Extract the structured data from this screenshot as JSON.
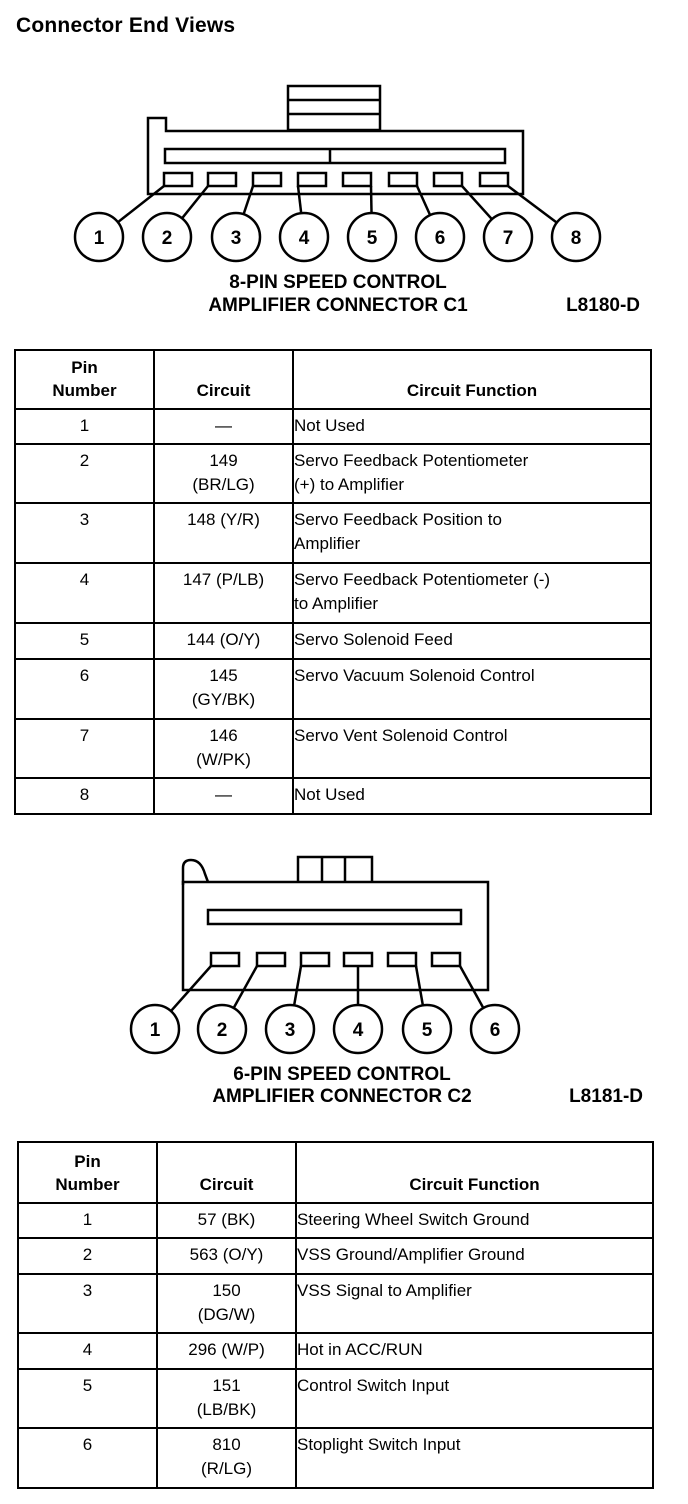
{
  "title": "Connector End Views",
  "connector1": {
    "caption_line1": "8-PIN SPEED CONTROL",
    "caption_line2": "AMPLIFIER CONNECTOR C1",
    "ref": "L8180-D",
    "pin_labels": [
      "1",
      "2",
      "3",
      "4",
      "5",
      "6",
      "7",
      "8"
    ]
  },
  "table1": {
    "headers": {
      "pin_line1": "Pin",
      "pin_line2": "Number",
      "circuit": "Circuit",
      "function": "Circuit Function"
    },
    "rows": [
      {
        "pin": "1",
        "circuit1": "—",
        "circuit2": "",
        "func1": "Not Used",
        "func2": ""
      },
      {
        "pin": "2",
        "circuit1": "149",
        "circuit2": "(BR/LG)",
        "func1": "Servo Feedback Potentiometer",
        "func2": "(+) to Amplifier"
      },
      {
        "pin": "3",
        "circuit1": "148 (Y/R)",
        "circuit2": "",
        "func1": "Servo Feedback Position to",
        "func2": "Amplifier"
      },
      {
        "pin": "4",
        "circuit1": "147 (P/LB)",
        "circuit2": "",
        "func1": "Servo Feedback Potentiometer (-)",
        "func2": "to Amplifier"
      },
      {
        "pin": "5",
        "circuit1": "144 (O/Y)",
        "circuit2": "",
        "func1": "Servo Solenoid Feed",
        "func2": ""
      },
      {
        "pin": "6",
        "circuit1": "145",
        "circuit2": "(GY/BK)",
        "func1": "Servo Vacuum Solenoid Control",
        "func2": ""
      },
      {
        "pin": "7",
        "circuit1": "146",
        "circuit2": "(W/PK)",
        "func1": "Servo Vent Solenoid Control",
        "func2": ""
      },
      {
        "pin": "8",
        "circuit1": "—",
        "circuit2": "",
        "func1": "Not Used",
        "func2": ""
      }
    ]
  },
  "connector2": {
    "caption_line1": "6-PIN SPEED CONTROL",
    "caption_line2": "AMPLIFIER CONNECTOR C2",
    "ref": "L8181-D",
    "pin_labels": [
      "1",
      "2",
      "3",
      "4",
      "5",
      "6"
    ]
  },
  "table2": {
    "headers": {
      "pin_line1": "Pin",
      "pin_line2": "Number",
      "circuit": "Circuit",
      "function": "Circuit Function"
    },
    "rows": [
      {
        "pin": "1",
        "circuit1": "57 (BK)",
        "circuit2": "",
        "func1": "Steering Wheel Switch Ground",
        "func2": ""
      },
      {
        "pin": "2",
        "circuit1": "563 (O/Y)",
        "circuit2": "",
        "func1": "VSS Ground/Amplifier Ground",
        "func2": ""
      },
      {
        "pin": "3",
        "circuit1": "150",
        "circuit2": "(DG/W)",
        "func1": "VSS Signal to Amplifier",
        "func2": ""
      },
      {
        "pin": "4",
        "circuit1": "296 (W/P)",
        "circuit2": "",
        "func1": "Hot in ACC/RUN",
        "func2": ""
      },
      {
        "pin": "5",
        "circuit1": "151",
        "circuit2": "(LB/BK)",
        "func1": "Control Switch Input",
        "func2": ""
      },
      {
        "pin": "6",
        "circuit1": "810",
        "circuit2": "(R/LG)",
        "func1": "Stoplight Switch Input",
        "func2": ""
      }
    ]
  }
}
